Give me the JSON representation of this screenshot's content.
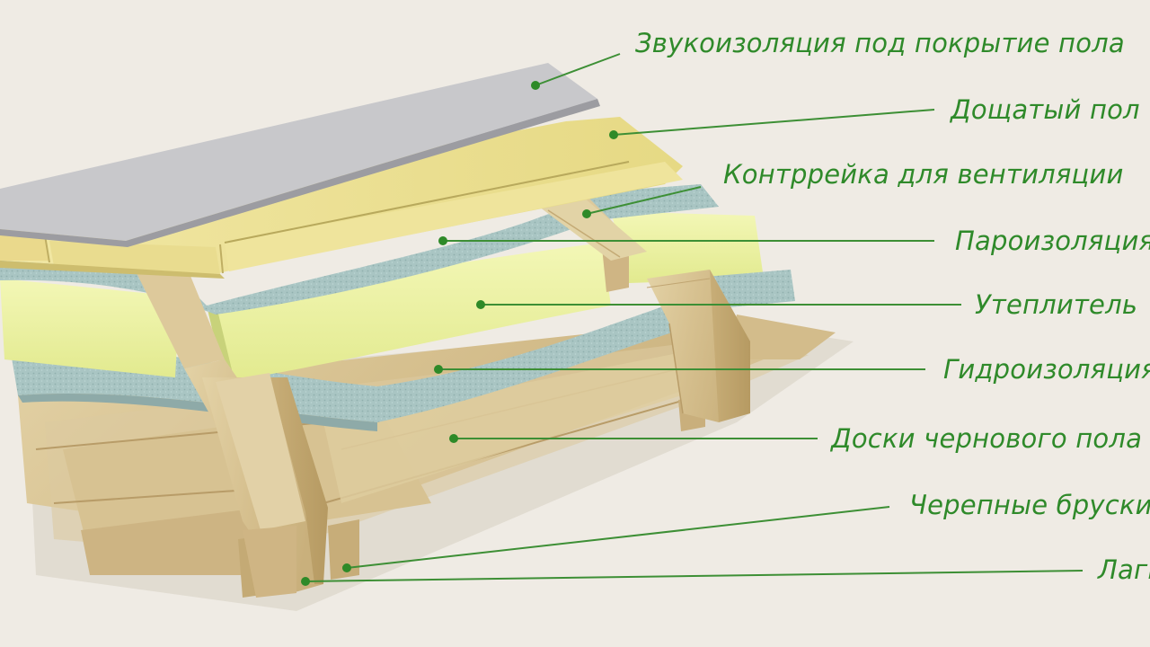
{
  "diagram": {
    "colors": {
      "background": "#efebe4",
      "label_text": "#2f8a2a",
      "leader_line": "#3d8f35",
      "marker": "#2e8a28",
      "wood": "#d9c597",
      "insulation": "#ecf2a4",
      "membrane": "#a8c4c2",
      "acoustic_underlay": "#c6c6c9",
      "plank_floor": "#ebe08f"
    },
    "callouts": [
      {
        "id": "sound-insulation",
        "label": "Звукоизоляция под покрытие пола"
      },
      {
        "id": "plank-floor",
        "label": "Дощатый пол"
      },
      {
        "id": "counter-batten",
        "label": "Контррейка для вентиляции"
      },
      {
        "id": "vapor-barrier",
        "label": "Пароизоляция"
      },
      {
        "id": "insulation",
        "label": "Утеплитель"
      },
      {
        "id": "waterproofing",
        "label": "Гидроизоляция"
      },
      {
        "id": "subfloor-boards",
        "label": "Доски чернового пола"
      },
      {
        "id": "cranial-bars",
        "label": "Черепные бруски"
      },
      {
        "id": "joists",
        "label": "Лаги"
      }
    ]
  }
}
